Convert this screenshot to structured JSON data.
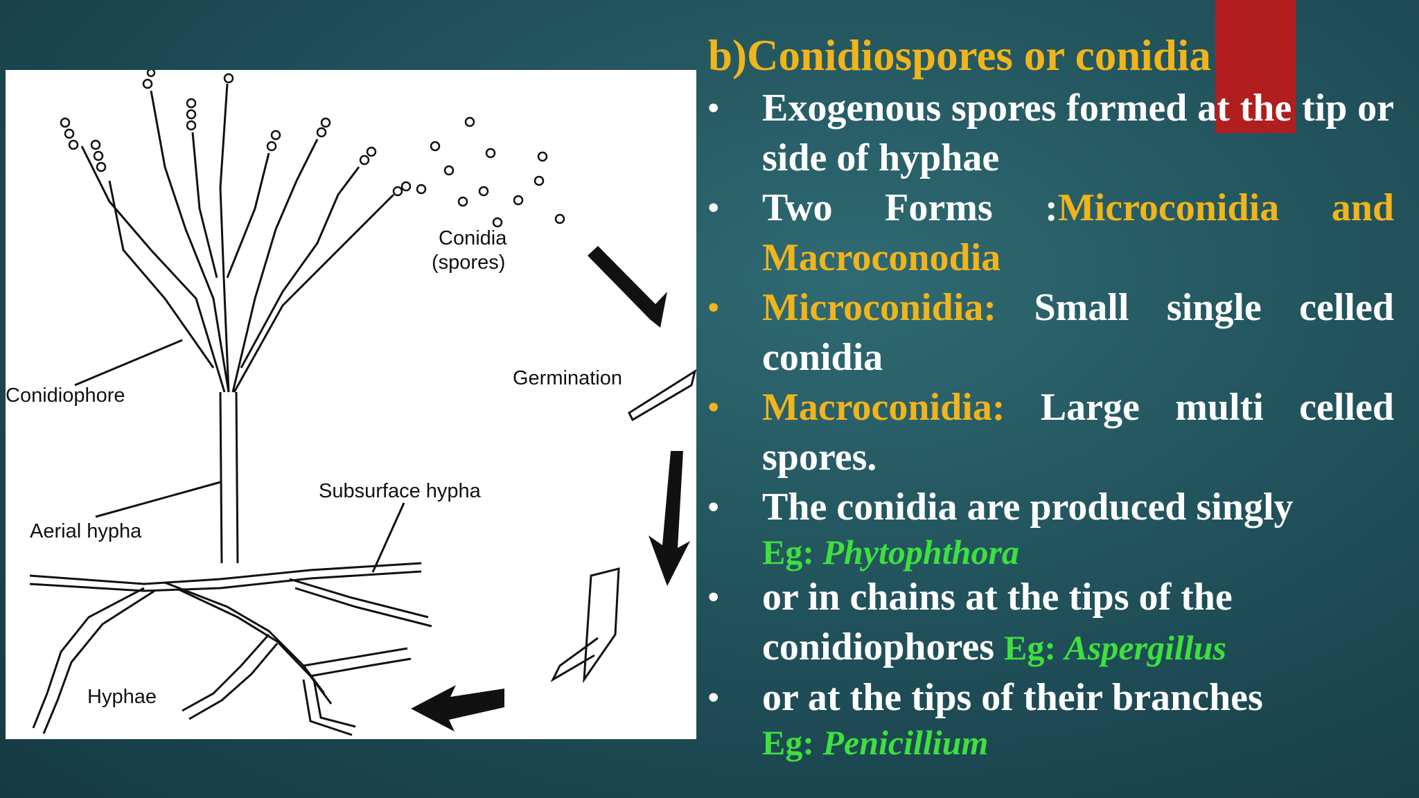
{
  "slide": {
    "title": "b)Conidiospores or conidia",
    "colors": {
      "background": "#1f4d57",
      "accent_yellow": "#f0b41c",
      "accent_green": "#3ee03e",
      "tab_red": "#b21e1e"
    },
    "bullets": [
      {
        "text": "Exogenous spores formed at the tip or side of hyphae"
      },
      {
        "prefix": "Two Forms :",
        "highlight": "Microconidia and Macroconodia"
      },
      {
        "term": "Microconidia:",
        "text": " Small single celled conidia"
      },
      {
        "term": "Macroconidia:",
        "text": " Large multi celled spores."
      },
      {
        "text": "The conidia are produced singly",
        "eg_label": "Eg: ",
        "eg_name": "Phytophthora"
      },
      {
        "text": "or in chains at the tips of the conidiophores ",
        "eg_label": "Eg: ",
        "eg_name": "Aspergillus"
      },
      {
        "text": "or at the tips of their branches",
        "eg_label": "Eg: ",
        "eg_name": "Penicillium"
      }
    ],
    "bullet_glyph": "•"
  },
  "figure": {
    "labels": {
      "conidia": "Conidia",
      "spores": "(spores)",
      "germination": "Germination",
      "conidiophore": "Conidiophore",
      "subsurface_hypha": "Subsurface hypha",
      "aerial_hypha": "Aerial hypha",
      "hyphae": "Hyphae"
    }
  }
}
